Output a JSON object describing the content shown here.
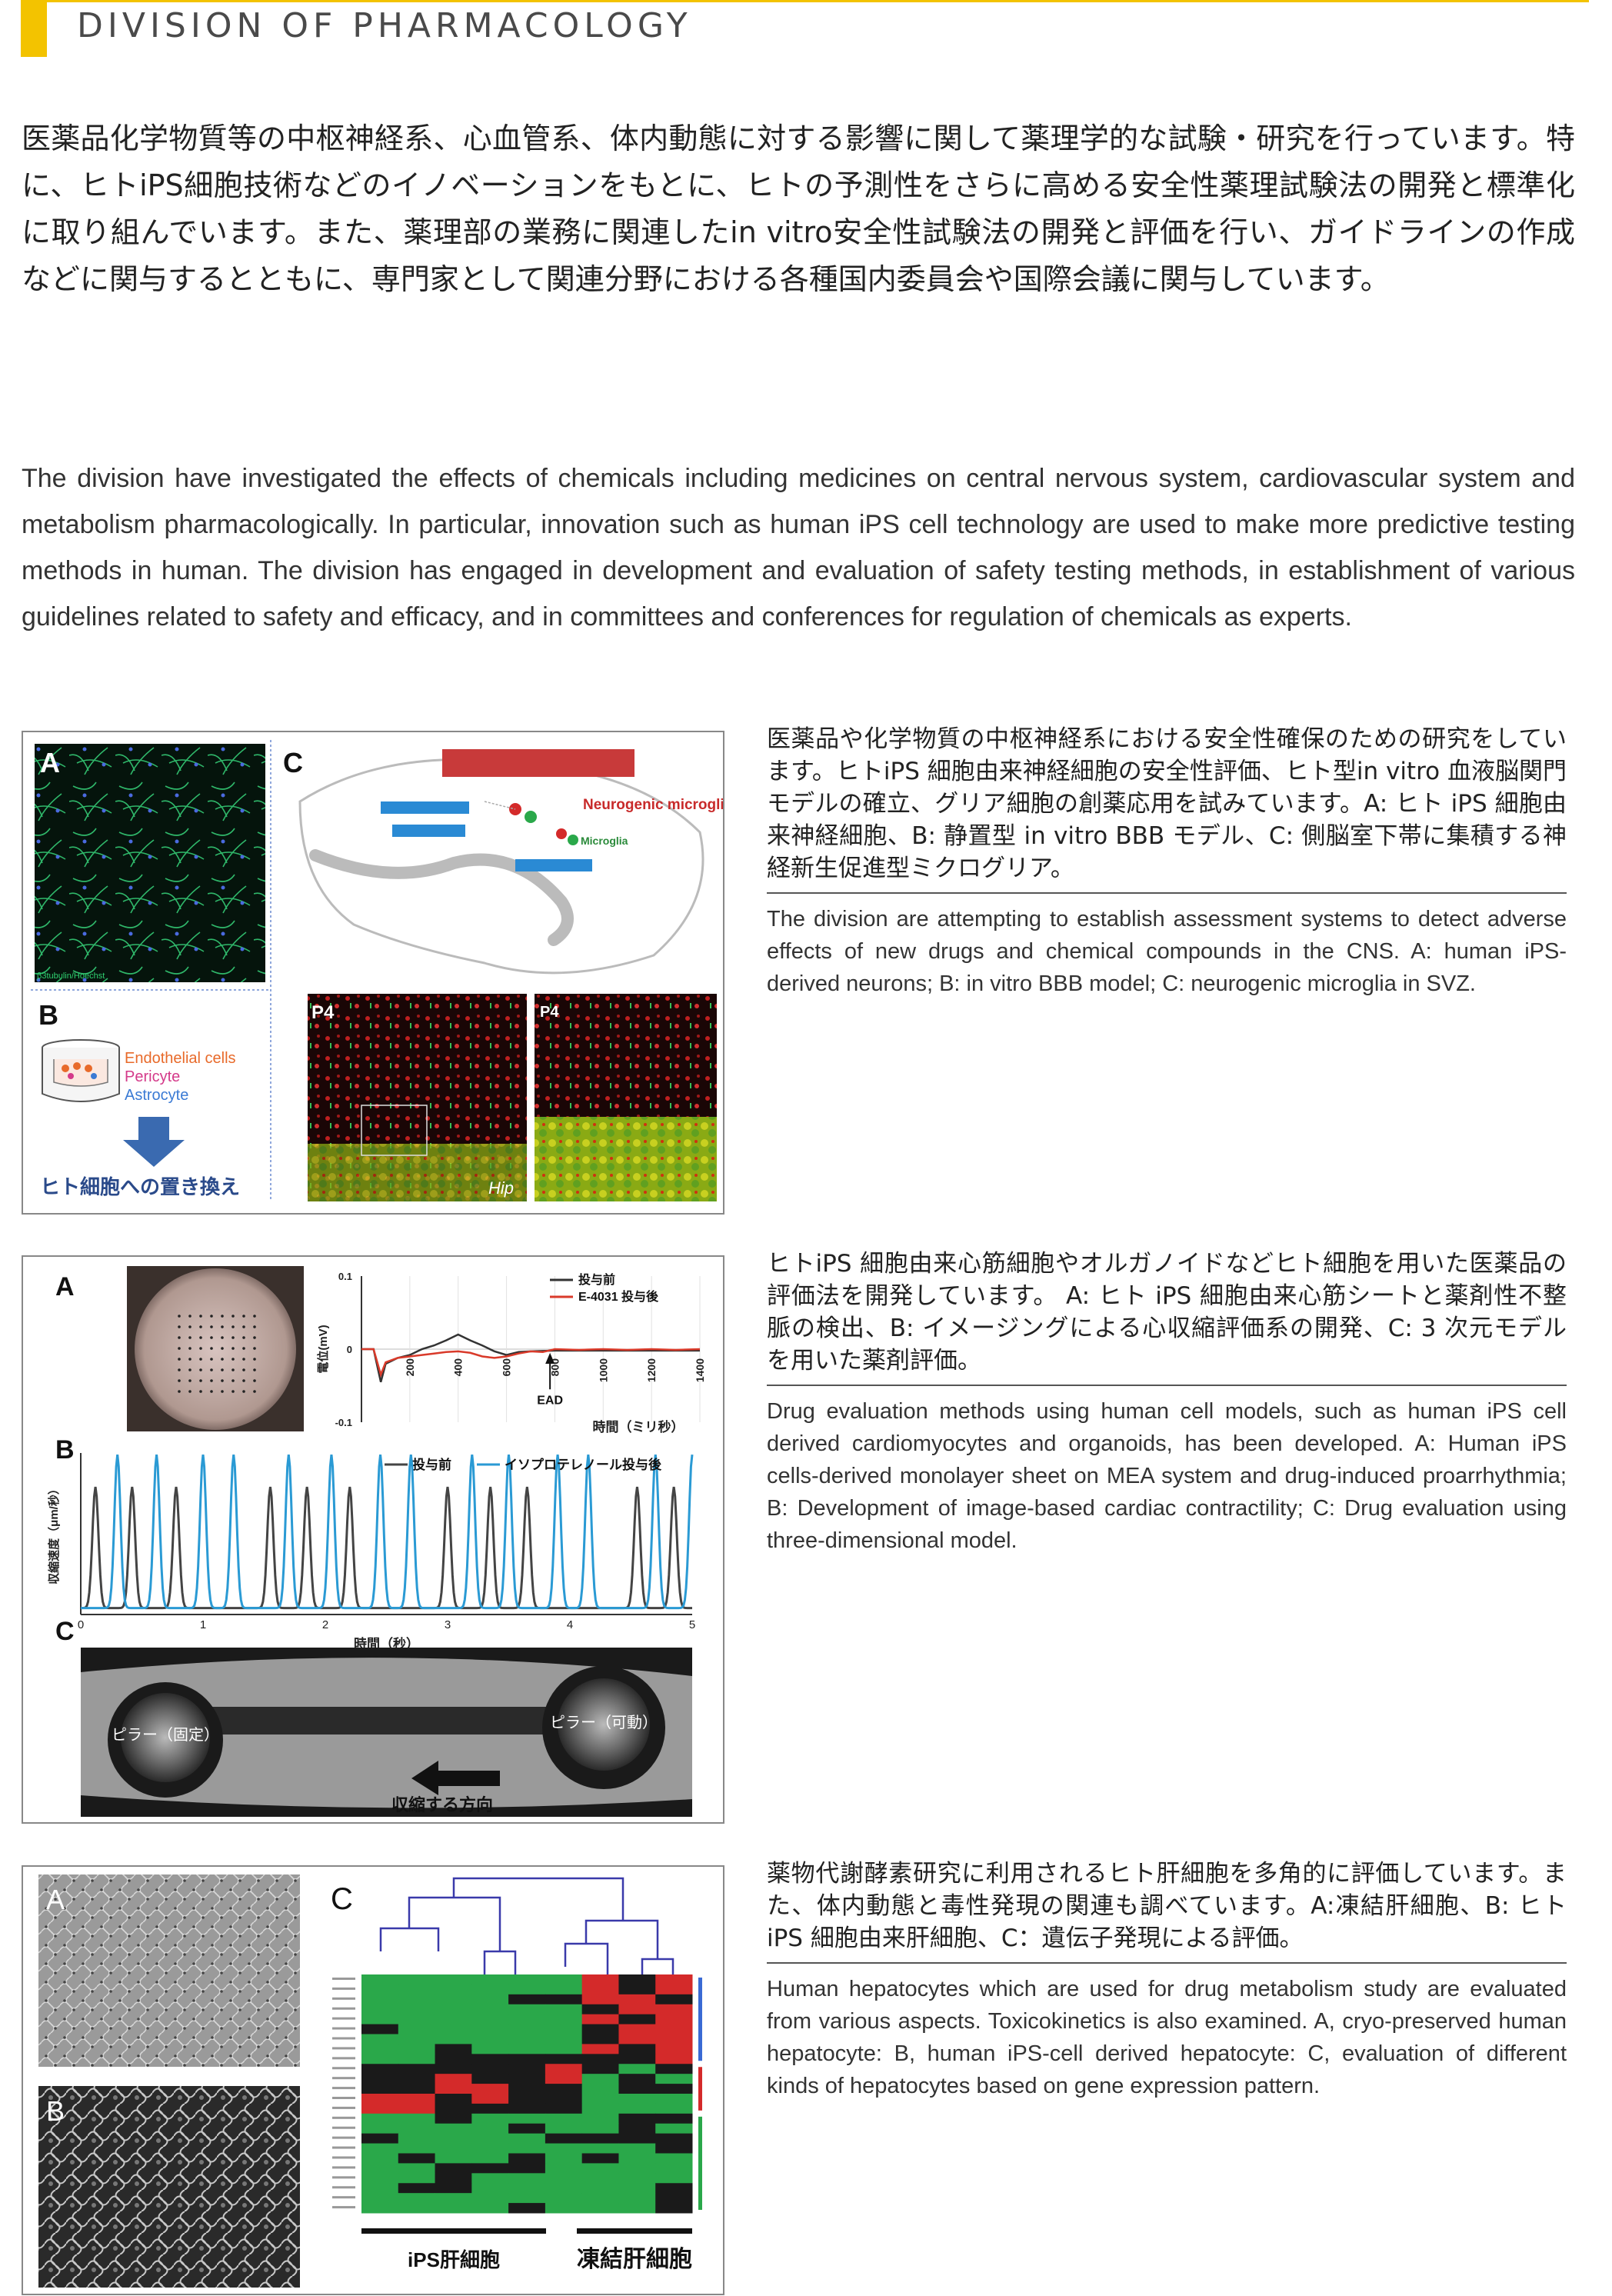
{
  "header": {
    "title": "DIVISION OF PHARMACOLOGY"
  },
  "intro": {
    "jp": "医薬品化学物質等の中枢神経系、心血管系、体内動態に対する影響に関して薬理学的な試験・研究を行っています。特に、ヒトiPS細胞技術などのイノベーションをもとに、ヒトの予測性をさらに高める安全性薬理試験法の開発と標準化に取り組んでいます。また、薬理部の業務に関連したin vitro安全性試験法の開発と評価を行い、ガイドラインの作成などに関与するとともに、専門家として関連分野における各種国内委員会や国際会議に関与しています。",
    "en": "The division have investigated the effects of chemicals including medicines on central nervous system, cardiovascular system and metabolism pharmacologically. In particular, innovation such as human iPS cell technology are used to make more predictive testing methods in human. The division has engaged in development and evaluation of safety testing methods, in establishment of various guidelines related to safety and efficacy, and in committees and conferences for regulation of chemicals as experts."
  },
  "sections": [
    {
      "jp": "医薬品や化学物質の中枢神経系における安全性確保のための研究をしています。ヒトiPS 細胞由来神経細胞の安全性評価、ヒト型in vitro 血液脳関門モデルの確立、グリア細胞の創薬応用を試みています。A: ヒト iPS 細胞由来神経細胞、B: 静置型 in vitro BBB モデル、C: 側脳室下帯に集積する神経新生促進型ミクログリア。",
      "en": "The division are attempting to establish assessment systems to detect adverse effects of new drugs and chemical compounds in the CNS.  A: human iPS-derived neurons; B: in vitro BBB model; C: neurogenic microglia in SVZ."
    },
    {
      "jp": "ヒトiPS 細胞由来心筋細胞やオルガノイドなどヒト細胞を用いた医薬品の評価法を開発しています。 A: ヒト iPS 細胞由来心筋シートと薬剤性不整脈の検出、B: イメージングによる心収縮評価系の開発、C: 3 次元モデルを用いた薬剤評価。",
      "en": "Drug evaluation methods using human cell models, such as human iPS cell derived cardiomyocytes and organoids, has been developed. A: Human iPS cells-derived monolayer sheet on MEA system and drug-induced proarrhythmia; B: Development of image-based cardiac contractility; C: Drug evaluation using three-dimensional model."
    },
    {
      "jp": "薬物代謝酵素研究に利用されるヒト肝細胞を多角的に評価しています。また、体内動態と毒性発現の関連も調べています。A:凍結肝細胞、B: ヒト iPS 細胞由来肝細胞、C：遺伝子発現による評価。",
      "en": "Human hepatocytes which are used for drug metabolism study are evaluated from various aspects. Toxicokinetics is also examined. A, cryo-preserved human hepatocyte: B, human iPS-cell derived hepatocyte: C, evaluation of different kinds of hepatocytes based on gene expression pattern."
    }
  ],
  "fig1": {
    "panel_a": "A",
    "panel_b": "B",
    "panel_c": "C",
    "stain_label": "β3tubulin/Hoechst",
    "bbb_cells": [
      "Endothelial cells",
      "Pericyte",
      "Astrocyte"
    ],
    "bbb_colors": [
      "#e86a2a",
      "#d43a8a",
      "#3a7ad4"
    ],
    "replace_label": "ヒト細胞への置き換え",
    "microglia_labels": [
      "Neurogenic microglia",
      "Microglia"
    ],
    "p4_left": "P4",
    "p4_right": "P4",
    "hip": "Hip"
  },
  "fig2": {
    "panel_a": "A",
    "panel_b": "B",
    "panel_c": "C",
    "ead": "EAD",
    "pillar_fixed": "ピラー（固定）",
    "pillar_moving": "ピラー（可動）",
    "contraction_dir": "収縮する方向"
  },
  "fig3": {
    "panel_a": "A",
    "panel_b": "B",
    "panel_c": "C",
    "group_ips": "iPS肝細胞",
    "group_frozen": "凍結肝細胞"
  },
  "chart_data": [
    {
      "type": "line",
      "ylabel": "電位(mV)",
      "xlabel": "時間（ミリ秒）",
      "ylim": [
        -0.1,
        0.1
      ],
      "xlim": [
        0,
        1400
      ],
      "yticks": [
        "0.1",
        "0",
        "-0.1"
      ],
      "xticks": [
        "200",
        "400",
        "600",
        "800",
        "1000",
        "1200",
        "1400"
      ],
      "series": [
        {
          "name": "投与前",
          "color": "#333333",
          "x": [
            0,
            50,
            80,
            100,
            150,
            200,
            250,
            300,
            350,
            400,
            450,
            500,
            550,
            600,
            650,
            700,
            800,
            900,
            1000,
            1100,
            1200,
            1300,
            1400
          ],
          "y": [
            0.0,
            0.0,
            -0.045,
            -0.02,
            -0.012,
            -0.008,
            0.0,
            0.005,
            0.012,
            0.02,
            0.012,
            0.005,
            -0.003,
            -0.008,
            -0.004,
            -0.003,
            -0.002,
            -0.002,
            -0.002,
            -0.002,
            -0.002,
            -0.002,
            -0.002
          ]
        },
        {
          "name": "E-4031 投与後",
          "color": "#d93a2a",
          "x": [
            0,
            50,
            80,
            100,
            150,
            200,
            250,
            300,
            350,
            400,
            450,
            500,
            550,
            600,
            650,
            700,
            750,
            800,
            900,
            1000,
            1100,
            1200,
            1300,
            1400
          ],
          "y": [
            0.0,
            0.0,
            -0.035,
            -0.018,
            -0.012,
            -0.01,
            -0.008,
            -0.006,
            -0.004,
            -0.003,
            -0.005,
            -0.01,
            -0.012,
            -0.01,
            -0.006,
            -0.003,
            -0.004,
            0.0,
            -0.001,
            0.0,
            -0.001,
            0.0,
            -0.001,
            0.0
          ]
        }
      ]
    },
    {
      "type": "line",
      "ylabel": "収縮速度（μm/秒）",
      "xlabel": "時間（秒）",
      "xlim": [
        0,
        5
      ],
      "xticks": [
        "0",
        "1",
        "2",
        "3",
        "4",
        "5"
      ],
      "series": [
        {
          "name": "投与前",
          "color": "#444444",
          "peaks_x": [
            0.12,
            0.42,
            0.78,
            1.55,
            1.85,
            2.2,
            3.0,
            3.35,
            3.65,
            4.55,
            4.85
          ],
          "peak_height": 0.75
        },
        {
          "name": "イソプロテレノール投与後",
          "color": "#2a9ad4",
          "peaks_x": [
            0.3,
            0.62,
            1.0,
            1.25,
            1.7,
            2.05,
            2.45,
            2.7,
            3.2,
            3.5,
            3.9,
            4.15,
            4.7,
            5.0
          ],
          "peak_height": 0.95
        }
      ]
    },
    {
      "type": "heatmap",
      "xlabel": "",
      "groups": [
        "iPS肝細胞",
        "凍結肝細胞"
      ],
      "columns": 9,
      "rows": 24,
      "colors": {
        "high": "#d42a2a",
        "low": "#2aa84a",
        "neutral": "#1a1a1a"
      },
      "row_groups": [
        {
          "color": "#3a6ad4",
          "rows": [
            0,
            8
          ]
        },
        {
          "color": "#d42a2a",
          "rows": [
            9,
            13
          ]
        },
        {
          "color": "#2aa84a",
          "rows": [
            14,
            23
          ]
        }
      ]
    }
  ]
}
